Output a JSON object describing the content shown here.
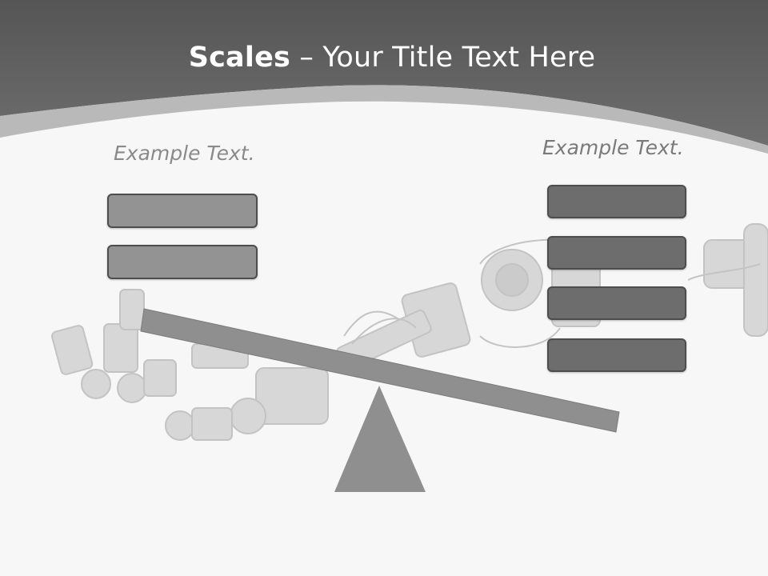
{
  "slide": {
    "title_bold": "Scales",
    "title_rest": " – Your Title Text Here"
  },
  "left_panel": {
    "label": "Example Text.",
    "boxes": [
      "",
      ""
    ]
  },
  "right_panel": {
    "label": "Example Text.",
    "boxes": [
      "",
      "",
      "",
      ""
    ]
  },
  "colors": {
    "header": "#5f5f5f",
    "left_box": "#939393",
    "right_box": "#6d6d6d",
    "beam": "#8f8f8f",
    "fulcrum": "#8f8f8f"
  }
}
